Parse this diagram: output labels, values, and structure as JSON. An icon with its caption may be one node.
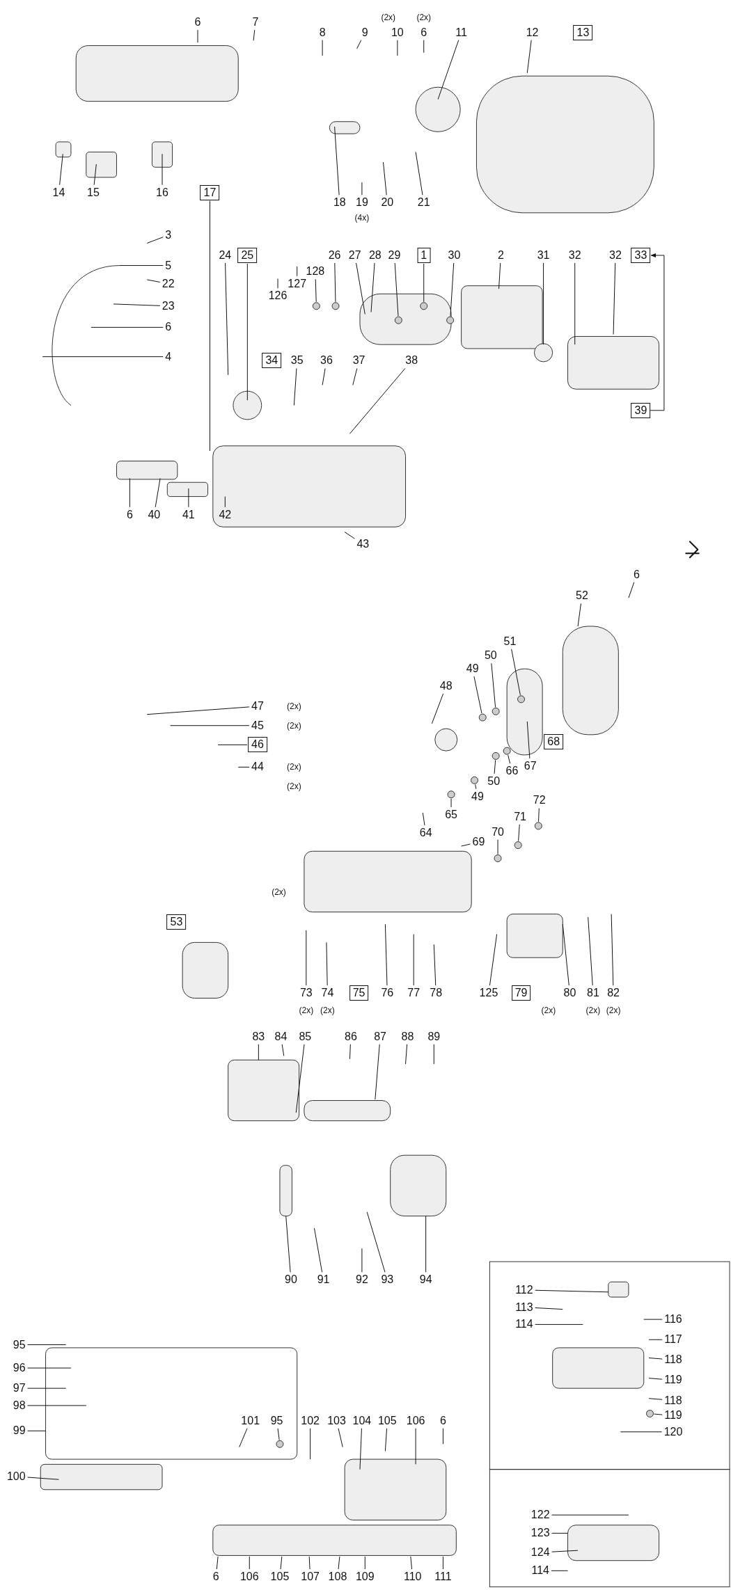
{
  "diagram": {
    "nodes": [
      {
        "text": [
          "6"
        ]
      },
      {
        "text": [
          "7"
        ]
      },
      {
        "text": [
          "8"
        ]
      },
      {
        "text": [
          "9"
        ]
      },
      {
        "text": [
          "10"
        ]
      },
      {
        "text": [
          "6"
        ]
      },
      {
        "text": [
          "11"
        ]
      },
      {
        "text": [
          "12"
        ]
      },
      {
        "text": [
          "13"
        ]
      },
      {
        "text": [
          "14"
        ]
      },
      {
        "text": [
          "15"
        ]
      },
      {
        "text": [
          "16"
        ]
      },
      {
        "text": [
          "17"
        ]
      },
      {
        "text": [
          "18"
        ]
      },
      {
        "text": [
          "19"
        ]
      },
      {
        "text": [
          "20"
        ]
      },
      {
        "text": [
          "21"
        ]
      },
      {
        "text": [
          "3"
        ]
      },
      {
        "text": [
          "5"
        ]
      },
      {
        "text": [
          "22"
        ]
      },
      {
        "text": [
          "23"
        ]
      },
      {
        "text": [
          "6"
        ]
      },
      {
        "text": [
          "4"
        ]
      },
      {
        "text": [
          "24"
        ]
      },
      {
        "text": [
          "25"
        ]
      },
      {
        "text": [
          "126"
        ]
      },
      {
        "text": [
          "127"
        ]
      },
      {
        "text": [
          "128"
        ]
      },
      {
        "text": [
          "26"
        ]
      },
      {
        "text": [
          "27"
        ]
      },
      {
        "text": [
          "28"
        ]
      },
      {
        "text": [
          "29"
        ]
      },
      {
        "text": [
          "1"
        ]
      },
      {
        "text": [
          "30"
        ]
      },
      {
        "text": [
          "2"
        ]
      },
      {
        "text": [
          "31"
        ]
      },
      {
        "text": [
          "32"
        ]
      },
      {
        "text": [
          "32"
        ]
      },
      {
        "text": [
          "33"
        ]
      },
      {
        "text": [
          "34"
        ]
      },
      {
        "text": [
          "35"
        ]
      },
      {
        "text": [
          "36"
        ]
      },
      {
        "text": [
          "37"
        ]
      },
      {
        "text": [
          "38"
        ]
      },
      {
        "text": [
          "39"
        ]
      },
      {
        "text": [
          "6"
        ]
      },
      {
        "text": [
          "40"
        ]
      },
      {
        "text": [
          "41"
        ]
      },
      {
        "text": [
          "42"
        ]
      },
      {
        "text": [
          "43"
        ]
      },
      {
        "text": [
          "6"
        ]
      },
      {
        "text": [
          "52"
        ]
      },
      {
        "text": [
          "51"
        ]
      },
      {
        "text": [
          "50"
        ]
      },
      {
        "text": [
          "49"
        ]
      },
      {
        "text": [
          "48"
        ]
      },
      {
        "text": [
          "68"
        ]
      },
      {
        "text": [
          "47"
        ]
      },
      {
        "text": [
          "45"
        ]
      },
      {
        "text": [
          "46"
        ]
      },
      {
        "text": [
          "44"
        ]
      },
      {
        "text": [
          "50"
        ]
      },
      {
        "text": [
          "66"
        ]
      },
      {
        "text": [
          "67"
        ]
      },
      {
        "text": [
          "49"
        ]
      },
      {
        "text": [
          "65"
        ]
      },
      {
        "text": [
          "64"
        ]
      },
      {
        "text": [
          "69"
        ]
      },
      {
        "text": [
          "70"
        ]
      },
      {
        "text": [
          "71"
        ]
      },
      {
        "text": [
          "72"
        ]
      },
      {
        "text": [
          "53"
        ]
      },
      {
        "text": [
          "73"
        ]
      },
      {
        "text": [
          "74"
        ]
      },
      {
        "text": [
          "75"
        ]
      },
      {
        "text": [
          "76"
        ]
      },
      {
        "text": [
          "77"
        ]
      },
      {
        "text": [
          "78"
        ]
      },
      {
        "text": [
          "125"
        ]
      },
      {
        "text": [
          "79"
        ]
      },
      {
        "text": [
          "80"
        ]
      },
      {
        "text": [
          "81"
        ]
      },
      {
        "text": [
          "82"
        ]
      },
      {
        "text": [
          "83"
        ]
      },
      {
        "text": [
          "84"
        ]
      },
      {
        "text": [
          "85"
        ]
      },
      {
        "text": [
          "86"
        ]
      },
      {
        "text": [
          "87"
        ]
      },
      {
        "text": [
          "88"
        ]
      },
      {
        "text": [
          "89"
        ]
      },
      {
        "text": [
          "90"
        ]
      },
      {
        "text": [
          "91"
        ]
      },
      {
        "text": [
          "92"
        ]
      },
      {
        "text": [
          "93"
        ]
      },
      {
        "text": [
          "94"
        ]
      },
      {
        "text": [
          "95"
        ]
      },
      {
        "text": [
          "96"
        ]
      },
      {
        "text": [
          "97"
        ]
      },
      {
        "text": [
          "98"
        ]
      },
      {
        "text": [
          "99"
        ]
      },
      {
        "text": [
          "100"
        ]
      },
      {
        "text": [
          "101"
        ]
      },
      {
        "text": [
          "95"
        ]
      },
      {
        "text": [
          "102"
        ]
      },
      {
        "text": [
          "103"
        ]
      },
      {
        "text": [
          "104"
        ]
      },
      {
        "text": [
          "105"
        ]
      },
      {
        "text": [
          "106"
        ]
      },
      {
        "text": [
          "6"
        ]
      },
      {
        "text": [
          "6"
        ]
      },
      {
        "text": [
          "106"
        ]
      },
      {
        "text": [
          "105"
        ]
      },
      {
        "text": [
          "107"
        ]
      },
      {
        "text": [
          "108"
        ]
      },
      {
        "text": [
          "109"
        ]
      },
      {
        "text": [
          "110"
        ]
      },
      {
        "text": [
          "111"
        ]
      },
      {
        "text": [
          "112"
        ]
      },
      {
        "text": [
          "113"
        ]
      },
      {
        "text": [
          "114"
        ]
      },
      {
        "text": [
          "116"
        ]
      },
      {
        "text": [
          "117"
        ]
      },
      {
        "text": [
          "118"
        ]
      },
      {
        "text": [
          "119"
        ]
      },
      {
        "text": [
          "118"
        ]
      },
      {
        "text": [
          "119"
        ]
      },
      {
        "text": [
          "120"
        ]
      },
      {
        "text": [
          "122"
        ]
      },
      {
        "text": [
          "123"
        ]
      },
      {
        "text": [
          "124"
        ]
      },
      {
        "text": [
          "114"
        ]
      },
      {
        "text": [],
        "shape": "circle"
      },
      {
        "text": [],
        "shape": "circle"
      },
      {
        "text": [],
        "shape": "circle"
      },
      {
        "text": [],
        "shape": "circle"
      },
      {
        "text": [],
        "shape": "circle"
      },
      {
        "text": [],
        "shape": "circle"
      },
      {
        "text": [],
        "shape": "circle"
      },
      {
        "text": [],
        "shape": "circle"
      },
      {
        "text": [],
        "shape": "circle"
      },
      {
        "text": [],
        "shape": "circle"
      },
      {
        "text": [],
        "shape": "circle"
      },
      {
        "text": [],
        "shape": "circle"
      },
      {
        "text": [],
        "shape": "circle"
      },
      {
        "text": [],
        "shape": "circle"
      },
      {
        "text": [],
        "shape": "circle"
      },
      {
        "text": [],
        "shape": "circle"
      },
      {
        "text": [],
        "shape": "circle"
      }
    ],
    "edges": [
      {
        "from": 0,
        "to": null,
        "arrow": "none"
      },
      {
        "from": 1,
        "to": null,
        "arrow": "none"
      },
      {
        "from": 2,
        "to": null,
        "arrow": "none"
      },
      {
        "from": 3,
        "to": null,
        "arrow": "none"
      },
      {
        "from": 4,
        "to": null,
        "arrow": "none"
      },
      {
        "from": 5,
        "to": null,
        "arrow": "none"
      },
      {
        "from": 6,
        "to": null,
        "arrow": "none"
      },
      {
        "from": 7,
        "to": null,
        "arrow": "none"
      },
      {
        "from": 9,
        "to": null,
        "arrow": "none"
      },
      {
        "from": 10,
        "to": null,
        "arrow": "none"
      },
      {
        "from": 11,
        "to": null,
        "arrow": "none"
      },
      {
        "from": 12,
        "to": null,
        "arrow": "none"
      },
      {
        "from": 13,
        "to": null,
        "arrow": "none"
      },
      {
        "from": 14,
        "to": null,
        "arrow": "none"
      },
      {
        "from": 15,
        "to": null,
        "arrow": "none"
      },
      {
        "from": 16,
        "to": null,
        "arrow": "none"
      },
      {
        "from": 17,
        "to": null,
        "arrow": "none"
      },
      {
        "from": 18,
        "to": null,
        "arrow": "none"
      },
      {
        "from": 19,
        "to": null,
        "arrow": "none"
      },
      {
        "from": 20,
        "to": null,
        "arrow": "none"
      },
      {
        "from": 21,
        "to": null,
        "arrow": "none"
      },
      {
        "from": 22,
        "to": null,
        "arrow": "none"
      },
      {
        "from": 23,
        "to": null,
        "arrow": "none"
      },
      {
        "from": 24,
        "to": null,
        "arrow": "none"
      },
      {
        "from": 25,
        "to": null,
        "arrow": "none"
      },
      {
        "from": 26,
        "to": null,
        "arrow": "none"
      },
      {
        "from": 27,
        "to": 131,
        "arrow": "none"
      },
      {
        "from": 28,
        "to": 132,
        "arrow": "none"
      },
      {
        "from": 29,
        "to": null,
        "arrow": "none"
      },
      {
        "from": 30,
        "to": null,
        "arrow": "none"
      },
      {
        "from": 31,
        "to": 133,
        "arrow": "none"
      },
      {
        "from": 32,
        "to": 134,
        "arrow": "none"
      },
      {
        "from": 33,
        "to": 135,
        "arrow": "none"
      },
      {
        "from": 34,
        "to": null,
        "arrow": "none"
      },
      {
        "from": 35,
        "to": null,
        "arrow": "none"
      },
      {
        "from": 36,
        "to": null,
        "arrow": "none"
      },
      {
        "from": 37,
        "to": null,
        "arrow": "none"
      },
      {
        "from": 40,
        "to": null,
        "arrow": "none"
      },
      {
        "from": 41,
        "to": null,
        "arrow": "none"
      },
      {
        "from": 42,
        "to": null,
        "arrow": "none"
      },
      {
        "from": 43,
        "to": null,
        "arrow": "none"
      },
      {
        "from": 44,
        "to": 38,
        "arrow": "to"
      },
      {
        "from": 45,
        "to": null,
        "arrow": "none"
      },
      {
        "from": 46,
        "to": null,
        "arrow": "none"
      },
      {
        "from": 47,
        "to": null,
        "arrow": "none"
      },
      {
        "from": 48,
        "to": null,
        "arrow": "none"
      },
      {
        "from": 49,
        "to": null,
        "arrow": "none"
      },
      {
        "from": 50,
        "to": null,
        "arrow": "none"
      },
      {
        "from": 51,
        "to": null,
        "arrow": "none"
      },
      {
        "from": 52,
        "to": 136,
        "arrow": "none"
      },
      {
        "from": 53,
        "to": 137,
        "arrow": "none"
      },
      {
        "from": 54,
        "to": 138,
        "arrow": "none"
      },
      {
        "from": 55,
        "to": null,
        "arrow": "none"
      },
      {
        "from": 57,
        "to": null,
        "arrow": "none"
      },
      {
        "from": 58,
        "to": null,
        "arrow": "none"
      },
      {
        "from": 59,
        "to": null,
        "arrow": "none"
      },
      {
        "from": 60,
        "to": null,
        "arrow": "none"
      },
      {
        "from": 61,
        "to": 139,
        "arrow": "none"
      },
      {
        "from": 62,
        "to": 140,
        "arrow": "none"
      },
      {
        "from": 63,
        "to": null,
        "arrow": "none"
      },
      {
        "from": 64,
        "to": 141,
        "arrow": "none"
      },
      {
        "from": 65,
        "to": 142,
        "arrow": "none"
      },
      {
        "from": 66,
        "to": null,
        "arrow": "none"
      },
      {
        "from": 67,
        "to": null,
        "arrow": "none"
      },
      {
        "from": 68,
        "to": 143,
        "arrow": "none"
      },
      {
        "from": 69,
        "to": 144,
        "arrow": "none"
      },
      {
        "from": 70,
        "to": 145,
        "arrow": "none"
      },
      {
        "from": 72,
        "to": null,
        "arrow": "none"
      },
      {
        "from": 73,
        "to": null,
        "arrow": "none"
      },
      {
        "from": 75,
        "to": null,
        "arrow": "none"
      },
      {
        "from": 76,
        "to": null,
        "arrow": "none"
      },
      {
        "from": 77,
        "to": null,
        "arrow": "none"
      },
      {
        "from": 78,
        "to": null,
        "arrow": "none"
      },
      {
        "from": 80,
        "to": null,
        "arrow": "none"
      },
      {
        "from": 81,
        "to": null,
        "arrow": "none"
      },
      {
        "from": 82,
        "to": null,
        "arrow": "none"
      },
      {
        "from": 83,
        "to": null,
        "arrow": "none"
      },
      {
        "from": 84,
        "to": null,
        "arrow": "none"
      },
      {
        "from": 85,
        "to": null,
        "arrow": "none"
      },
      {
        "from": 86,
        "to": null,
        "arrow": "none"
      },
      {
        "from": 87,
        "to": null,
        "arrow": "none"
      },
      {
        "from": 88,
        "to": null,
        "arrow": "none"
      },
      {
        "from": 89,
        "to": null,
        "arrow": "none"
      },
      {
        "from": 90,
        "to": null,
        "arrow": "none"
      },
      {
        "from": 91,
        "to": null,
        "arrow": "none"
      },
      {
        "from": 92,
        "to": null,
        "arrow": "none"
      },
      {
        "from": 93,
        "to": null,
        "arrow": "none"
      },
      {
        "from": 94,
        "to": null,
        "arrow": "none"
      },
      {
        "from": 95,
        "to": null,
        "arrow": "none"
      },
      {
        "from": 96,
        "to": null,
        "arrow": "none"
      },
      {
        "from": 97,
        "to": null,
        "arrow": "none"
      },
      {
        "from": 98,
        "to": null,
        "arrow": "none"
      },
      {
        "from": 99,
        "to": null,
        "arrow": "none"
      },
      {
        "from": 100,
        "to": null,
        "arrow": "none"
      },
      {
        "from": 101,
        "to": null,
        "arrow": "none"
      },
      {
        "from": 102,
        "to": 146,
        "arrow": "none"
      },
      {
        "from": 103,
        "to": null,
        "arrow": "none"
      },
      {
        "from": 104,
        "to": null,
        "arrow": "none"
      },
      {
        "from": 105,
        "to": null,
        "arrow": "none"
      },
      {
        "from": 106,
        "to": null,
        "arrow": "none"
      },
      {
        "from": 107,
        "to": null,
        "arrow": "none"
      },
      {
        "from": 108,
        "to": null,
        "arrow": "none"
      },
      {
        "from": 109,
        "to": null,
        "arrow": "none"
      },
      {
        "from": 110,
        "to": null,
        "arrow": "none"
      },
      {
        "from": 111,
        "to": null,
        "arrow": "none"
      },
      {
        "from": 112,
        "to": null,
        "arrow": "none"
      },
      {
        "from": 113,
        "to": null,
        "arrow": "none"
      },
      {
        "from": 114,
        "to": null,
        "arrow": "none"
      },
      {
        "from": 115,
        "to": null,
        "arrow": "none"
      },
      {
        "from": 116,
        "to": null,
        "arrow": "none"
      },
      {
        "from": 117,
        "to": null,
        "arrow": "none"
      },
      {
        "from": 118,
        "to": null,
        "arrow": "none"
      },
      {
        "from": 119,
        "to": null,
        "arrow": "none"
      },
      {
        "from": 120,
        "to": null,
        "arrow": "none"
      },
      {
        "from": 121,
        "to": null,
        "arrow": "none"
      },
      {
        "from": 122,
        "to": null,
        "arrow": "none"
      },
      {
        "from": 123,
        "to": null,
        "arrow": "none"
      },
      {
        "from": 124,
        "to": null,
        "arrow": "none"
      },
      {
        "from": 125,
        "to": 147,
        "arrow": "none"
      },
      {
        "from": 126,
        "to": null,
        "arrow": "none"
      },
      {
        "from": 127,
        "to": null,
        "arrow": "none"
      },
      {
        "from": 128,
        "to": null,
        "arrow": "none"
      },
      {
        "from": 129,
        "to": null,
        "arrow": "none"
      },
      {
        "from": 130,
        "to": null,
        "arrow": "none"
      }
    ],
    "labels": [
      "(2x)",
      "(2x)",
      "(4x)",
      "(2x)",
      "(2x)",
      "(2x)",
      "(2x)",
      "(2x)",
      "(2x)",
      "(2x)",
      "(2x)",
      "(2x)",
      "(2x)"
    ]
  }
}
